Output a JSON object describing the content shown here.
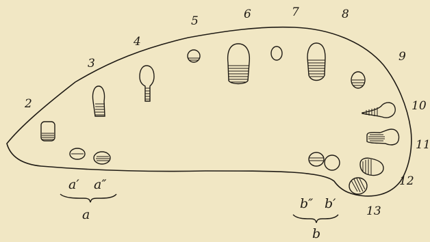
{
  "labels": {
    "n2": "2",
    "n3": "3",
    "n4": "4",
    "n5": "5",
    "n6": "6",
    "n7": "7",
    "n8": "8",
    "n9": "9",
    "n10": "10",
    "n11": "11",
    "n12": "12",
    "n13": "13",
    "a_prime": "a′",
    "a_double": "a″",
    "a_group": "a",
    "b_double": "b″",
    "b_prime": "b′",
    "b_group": "b"
  },
  "colors": {
    "paper": "#f1e7c4",
    "ink": "#1e1a14"
  }
}
